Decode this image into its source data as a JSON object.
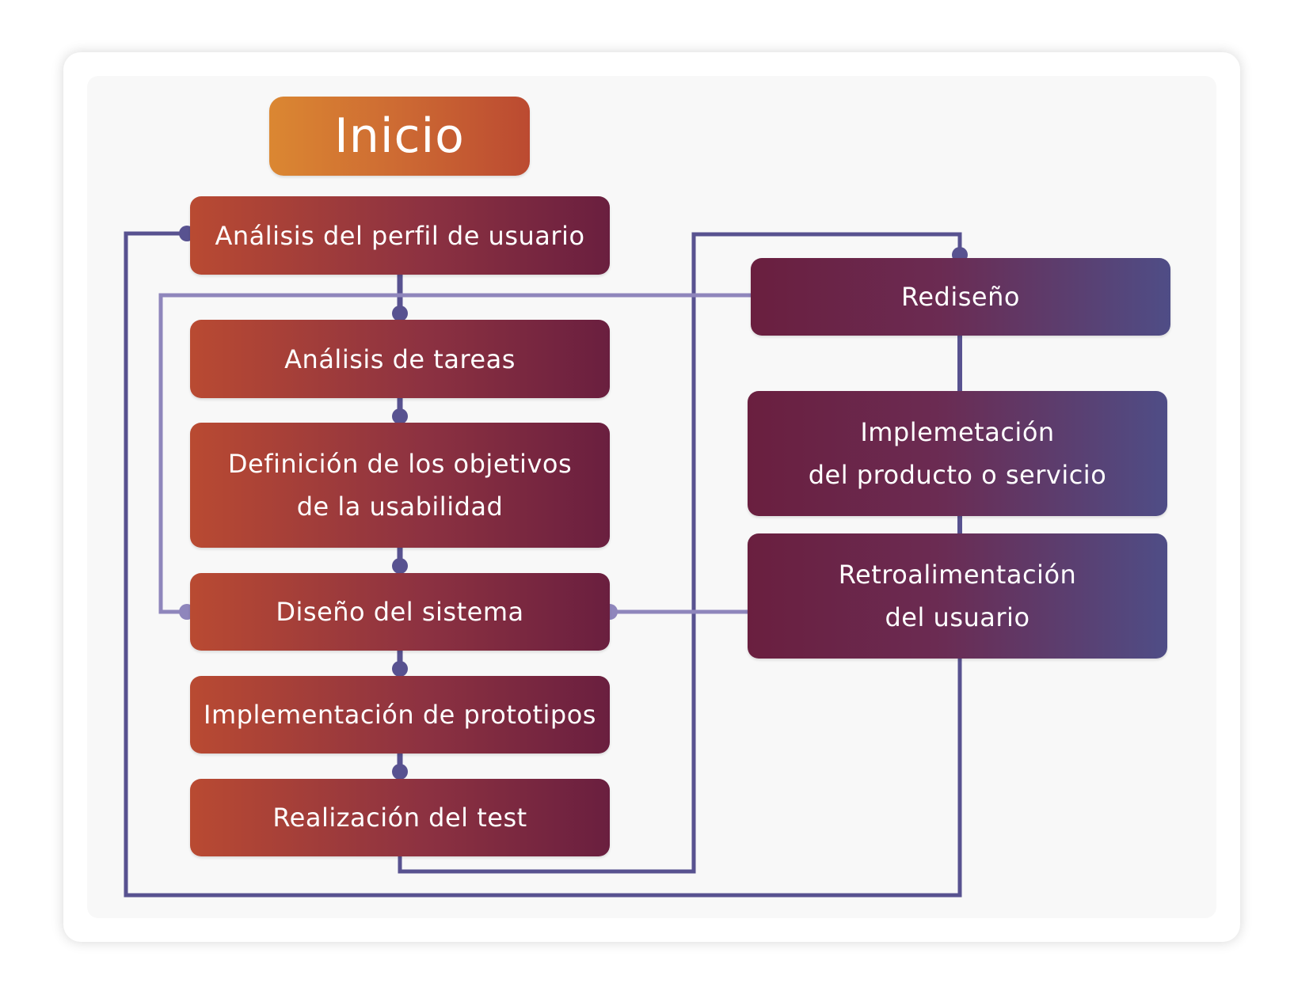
{
  "start": {
    "label": "Inicio"
  },
  "steps": [
    {
      "label": "Análisis del perfil de usuario"
    },
    {
      "label": "Análisis de tareas"
    },
    {
      "label": "Definición de los objetivos\nde la usabilidad"
    },
    {
      "label": "Diseño del sistema"
    },
    {
      "label": "Implementación de prototipos"
    },
    {
      "label": "Realización del test"
    }
  ],
  "side": [
    {
      "label": "Rediseño"
    },
    {
      "label": "Implemetación\ndel producto o servicio"
    },
    {
      "label": "Retroalimentación\ndel usuario"
    }
  ],
  "colors": {
    "wire_dark": "#585290",
    "wire_light": "#8f86bc",
    "start_gradient": [
      "#db8732",
      "#bb4a31"
    ],
    "step_gradient": [
      "#b94a32",
      "#6a1f3f"
    ],
    "side_gradient": [
      "#6a1f3f",
      "#4f4d86"
    ]
  }
}
